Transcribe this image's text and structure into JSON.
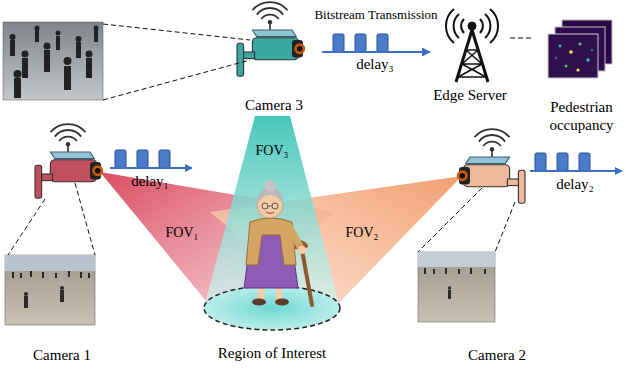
{
  "diagram": {
    "nodes": [
      {
        "text": [
          "Camera 3"
        ]
      },
      {
        "text": [
          "Edge Server"
        ]
      },
      {
        "text": [
          "Pedestrian occupancy"
        ]
      },
      {
        "text": [
          "Camera 1"
        ]
      },
      {
        "text": [
          "Camera 2"
        ]
      }
    ],
    "edges": [
      {
        "from": 0,
        "to": 1,
        "arrow": "to",
        "label": "Bitstream Transmission"
      },
      {
        "from": 1,
        "to": 2,
        "arrow": "none"
      }
    ],
    "labels": [
      "delay₃",
      "delay₁",
      "delay₂",
      "FOV₃",
      "FOV₁",
      "FOV₂",
      "Region of Interest"
    ]
  }
}
